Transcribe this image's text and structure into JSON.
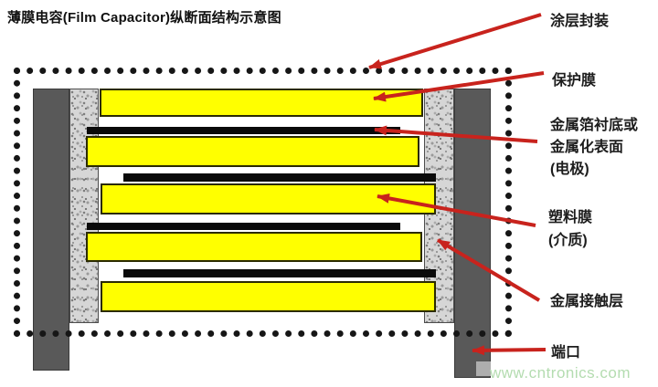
{
  "title": "薄膜电容(Film Capacitor)纵断面结构示意图",
  "watermark": "www.cntronics.com",
  "labels": {
    "coating": "涂层封装",
    "protective_film": "保护膜",
    "electrode_line1": "金属箔衬底或",
    "electrode_line2": "金属化表面",
    "electrode_line3": "(电极)",
    "plastic_line1": "塑料膜",
    "plastic_line2": "(介质)",
    "contact_layer": "金属接触层",
    "terminal": "端口"
  },
  "colors": {
    "arrow_red": "#c8231d",
    "film_yellow": "#ffff00",
    "electrode_black": "#0a0a0a",
    "terminal_gray": "#595959",
    "contact_gray": "#d6d6d6",
    "watermark_green": "#b4dcb0"
  }
}
